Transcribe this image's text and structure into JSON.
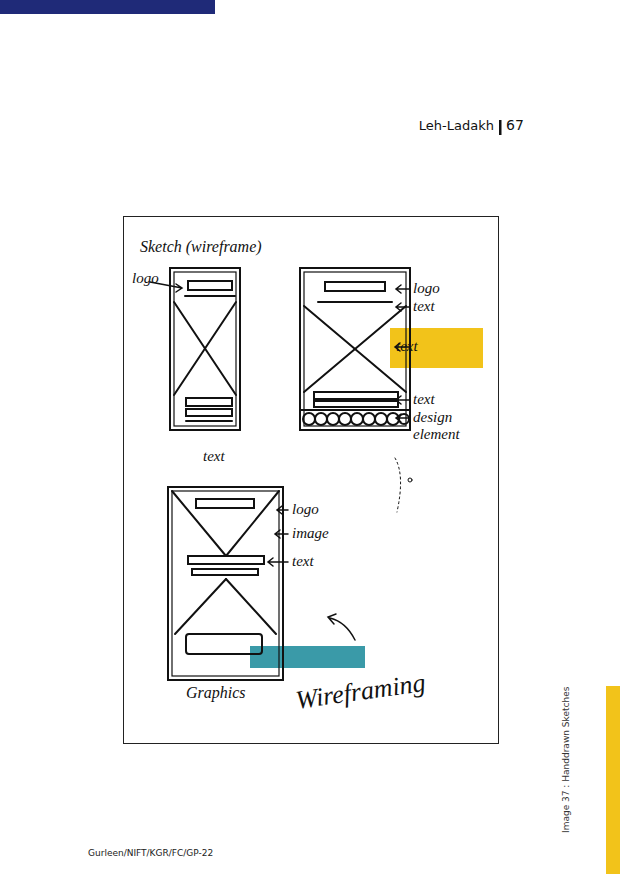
{
  "diagram": {
    "title": "Sketch (wireframe)",
    "caption": "Image 37 : Handdrawn Sketches",
    "labels": [
      "Leh-Ladakh",
      "67",
      "logo",
      "logo",
      "text",
      "text",
      "text",
      "design element",
      "text",
      "logo",
      "image",
      "text",
      "Graphics",
      "Wireframing",
      "Gurleen/NIFT/KGR/FC/GP-22"
    ]
  }
}
